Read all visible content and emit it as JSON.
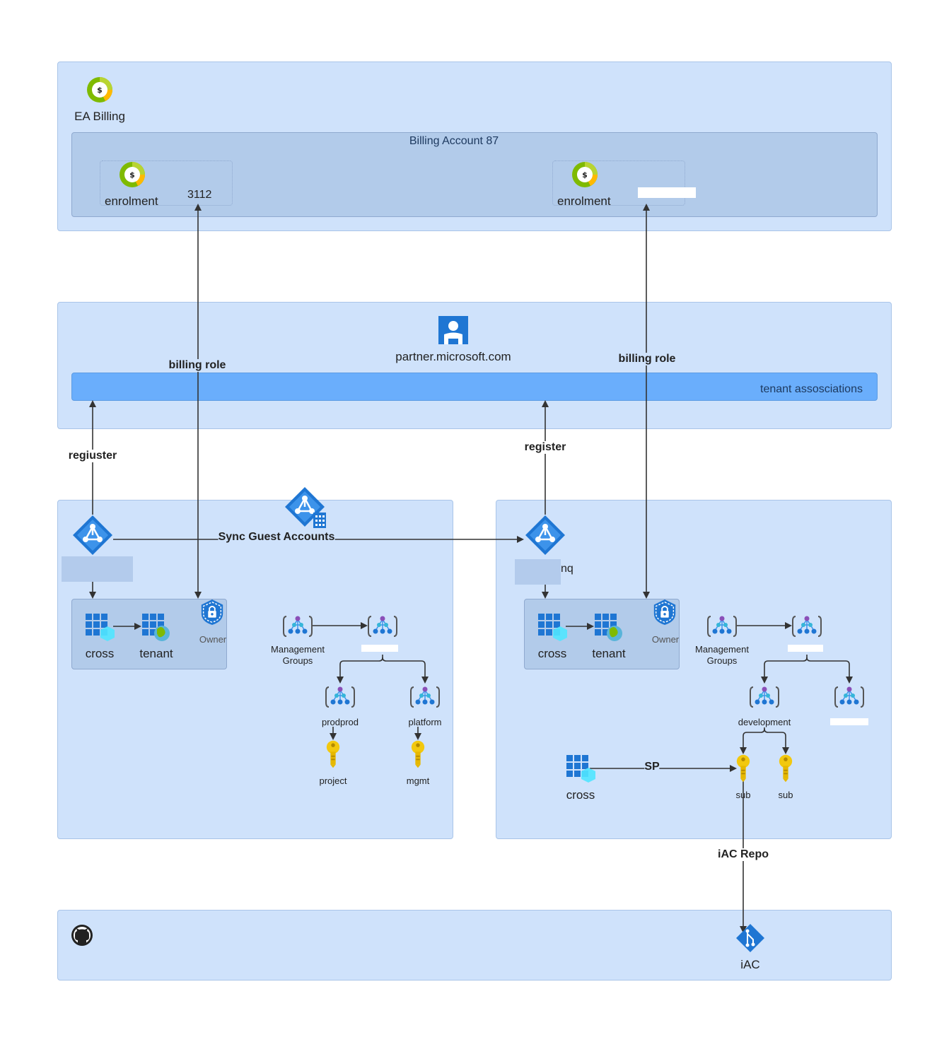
{
  "billing": {
    "title": "EA Billing",
    "account_label": "Billing Account 87",
    "enrolment_left_label": "enrolment",
    "enrolment_left_number": "3112",
    "enrolment_right_label": "enrolment"
  },
  "partner": {
    "url": "partner.microsoft.com",
    "associations_label": "tenant assosciations"
  },
  "edges": {
    "billing_role_left": "billing role",
    "billing_role_right": "billing role",
    "register_left": "regiuster",
    "register_right": "register",
    "sync": "Sync Guest Accounts",
    "sp": "SP",
    "iac_repo": "iAC Repo"
  },
  "left_tenant": {
    "cross": "cross",
    "tenant": "tenant",
    "owner": "Owner",
    "mg_label": "Management\nGroups",
    "mg_child1": "prodprod",
    "mg_child2": "platform",
    "key1": "project",
    "key2": "mgmt"
  },
  "right_tenant": {
    "name_suffix": "nq",
    "cross": "cross",
    "tenant": "tenant",
    "owner": "Owner",
    "mg_label": "Management\nGroups",
    "mg_child1": "development",
    "cross_sp": "cross",
    "sub1": "sub",
    "sub2": "sub"
  },
  "repo": {
    "iac": "iAC"
  },
  "colors": {
    "panel": "#cfe2fb",
    "inner": "#b2cbea",
    "association_bar": "#6aaefc",
    "azure_blue": "#1f76d3",
    "arrow": "#333333"
  }
}
